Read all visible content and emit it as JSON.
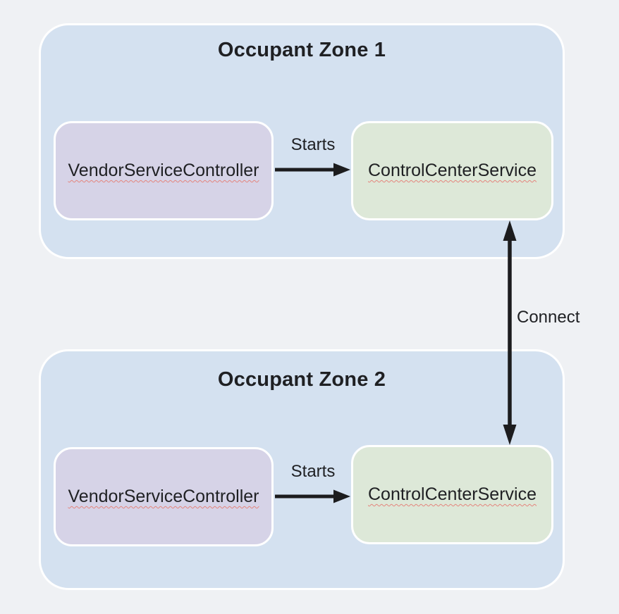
{
  "diagram": {
    "zones": [
      {
        "title": "Occupant Zone 1",
        "nodes": [
          {
            "label": "VendorServiceController"
          },
          {
            "label": "ControlCenterService"
          }
        ],
        "edge_label": "Starts"
      },
      {
        "title": "Occupant Zone 2",
        "nodes": [
          {
            "label": "VendorServiceController"
          },
          {
            "label": "ControlCenterService"
          }
        ],
        "edge_label": "Starts"
      }
    ],
    "connect_label": "Connect",
    "icons": {
      "starts_arrow": "right-arrow",
      "connect_arrow": "double-headed-vertical-arrow"
    },
    "colors": {
      "page_bg": "#eff1f4",
      "zone_bg": "#d4e1f0",
      "vendor_bg": "#d6d3e7",
      "control_bg": "#dde8d8",
      "arrow": "#1c1c1e",
      "squiggle": "#e4847c",
      "text": "#1f2023"
    }
  }
}
